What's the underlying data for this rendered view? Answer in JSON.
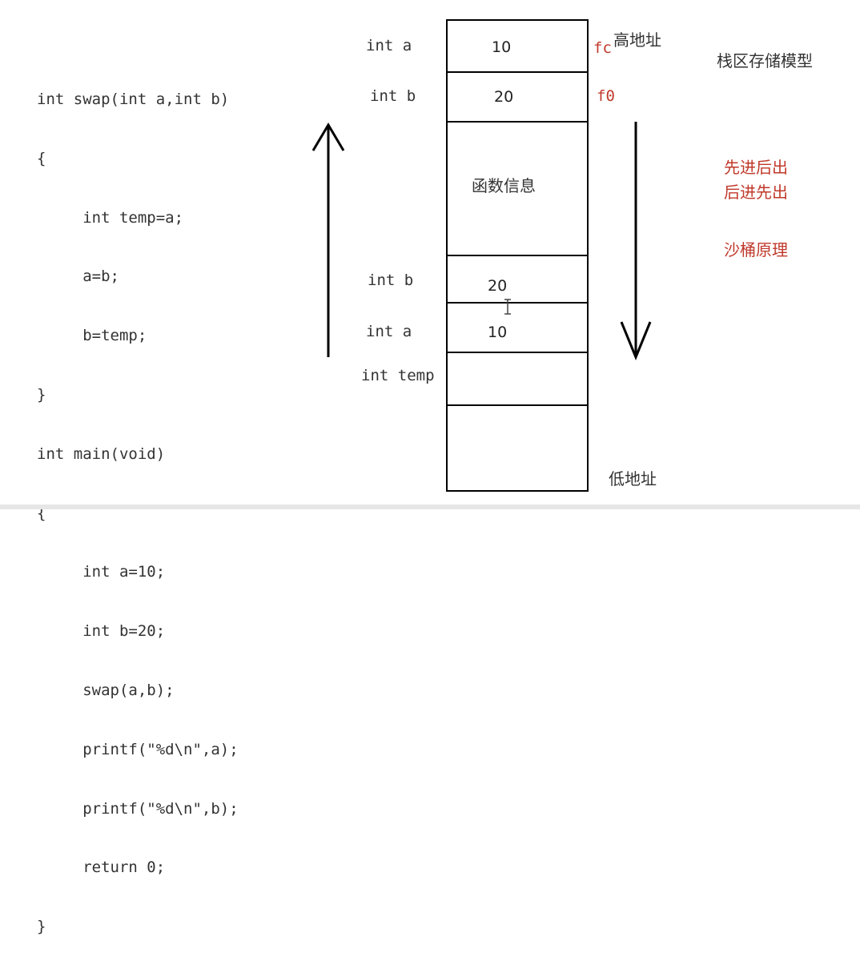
{
  "code_lines": [
    "int swap(int a,int b)",
    "{",
    "     int temp=a;",
    "     a=b;",
    "     b=temp;",
    "}",
    "int main(void)",
    "{",
    "     int a=10;",
    "     int b=20;",
    "     swap(a,b);",
    "     printf(\"%d\\n\",a);",
    "     printf(\"%d\\n\",b);",
    "     return 0;",
    "}"
  ],
  "stack": {
    "labels": [
      "int a",
      "int b",
      "int b",
      "int a",
      "int temp"
    ],
    "values": [
      "10",
      "20",
      "20",
      "10"
    ],
    "function_info": "函数信息",
    "addr_fc": "fc",
    "addr_f0": "f0",
    "high_addr": "高地址",
    "low_addr": "低地址"
  },
  "notes": {
    "title": "栈区存储模型",
    "rule1": "先进后出",
    "rule2": "后进先出",
    "rule3": "沙桶原理"
  },
  "colors": {
    "accent_red": "#c0392b",
    "text": "#333333"
  }
}
